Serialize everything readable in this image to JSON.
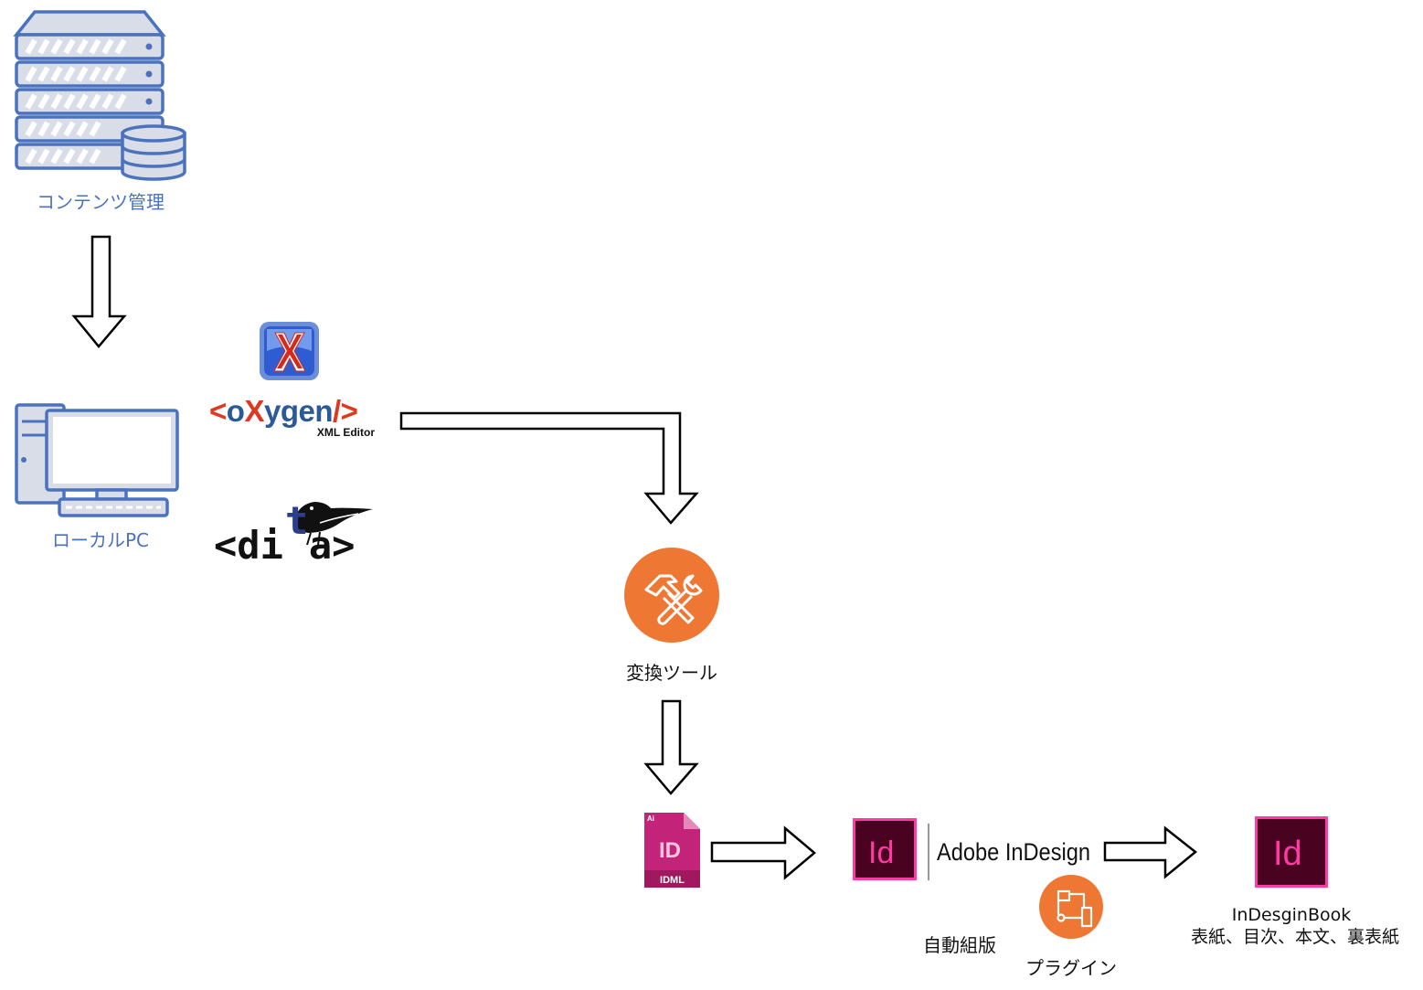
{
  "nodes": {
    "content_management": {
      "label": "コンテンツ管理"
    },
    "local_pc": {
      "label": "ローカルPC"
    },
    "oxygen": {
      "wordmark": "<oXygen/>",
      "sub": "XML Editor"
    },
    "dita": {
      "wordmark": "<dita>"
    },
    "conversion_tool": {
      "label": "変換ツール"
    },
    "idml": {
      "badge": "IDML",
      "icon_text": "ID"
    },
    "indesign": {
      "icon_text": "Id",
      "wordmark": "Adobe InDesign",
      "sub_label": "自動組版"
    },
    "plugin": {
      "label": "プラグイン"
    },
    "indesign_book": {
      "icon_text": "Id",
      "title": "InDesginBook",
      "detail": "表紙、目次、本文、裏表紙"
    }
  },
  "colors": {
    "icon_blue": "#4a72bd",
    "icon_fill": "#d8dde7",
    "tool_orange": "#ed7733",
    "indesign_pink": "#ff3aa5",
    "indesign_bg": "#49021f",
    "idml_magenta": "#a0195e"
  },
  "icons": [
    "server-icon",
    "database-icon",
    "desktop-pc-icon",
    "oxygen-logo-icon",
    "dita-bird-icon",
    "tools-icon",
    "idml-file-icon",
    "indesign-app-icon",
    "plugin-icon"
  ]
}
